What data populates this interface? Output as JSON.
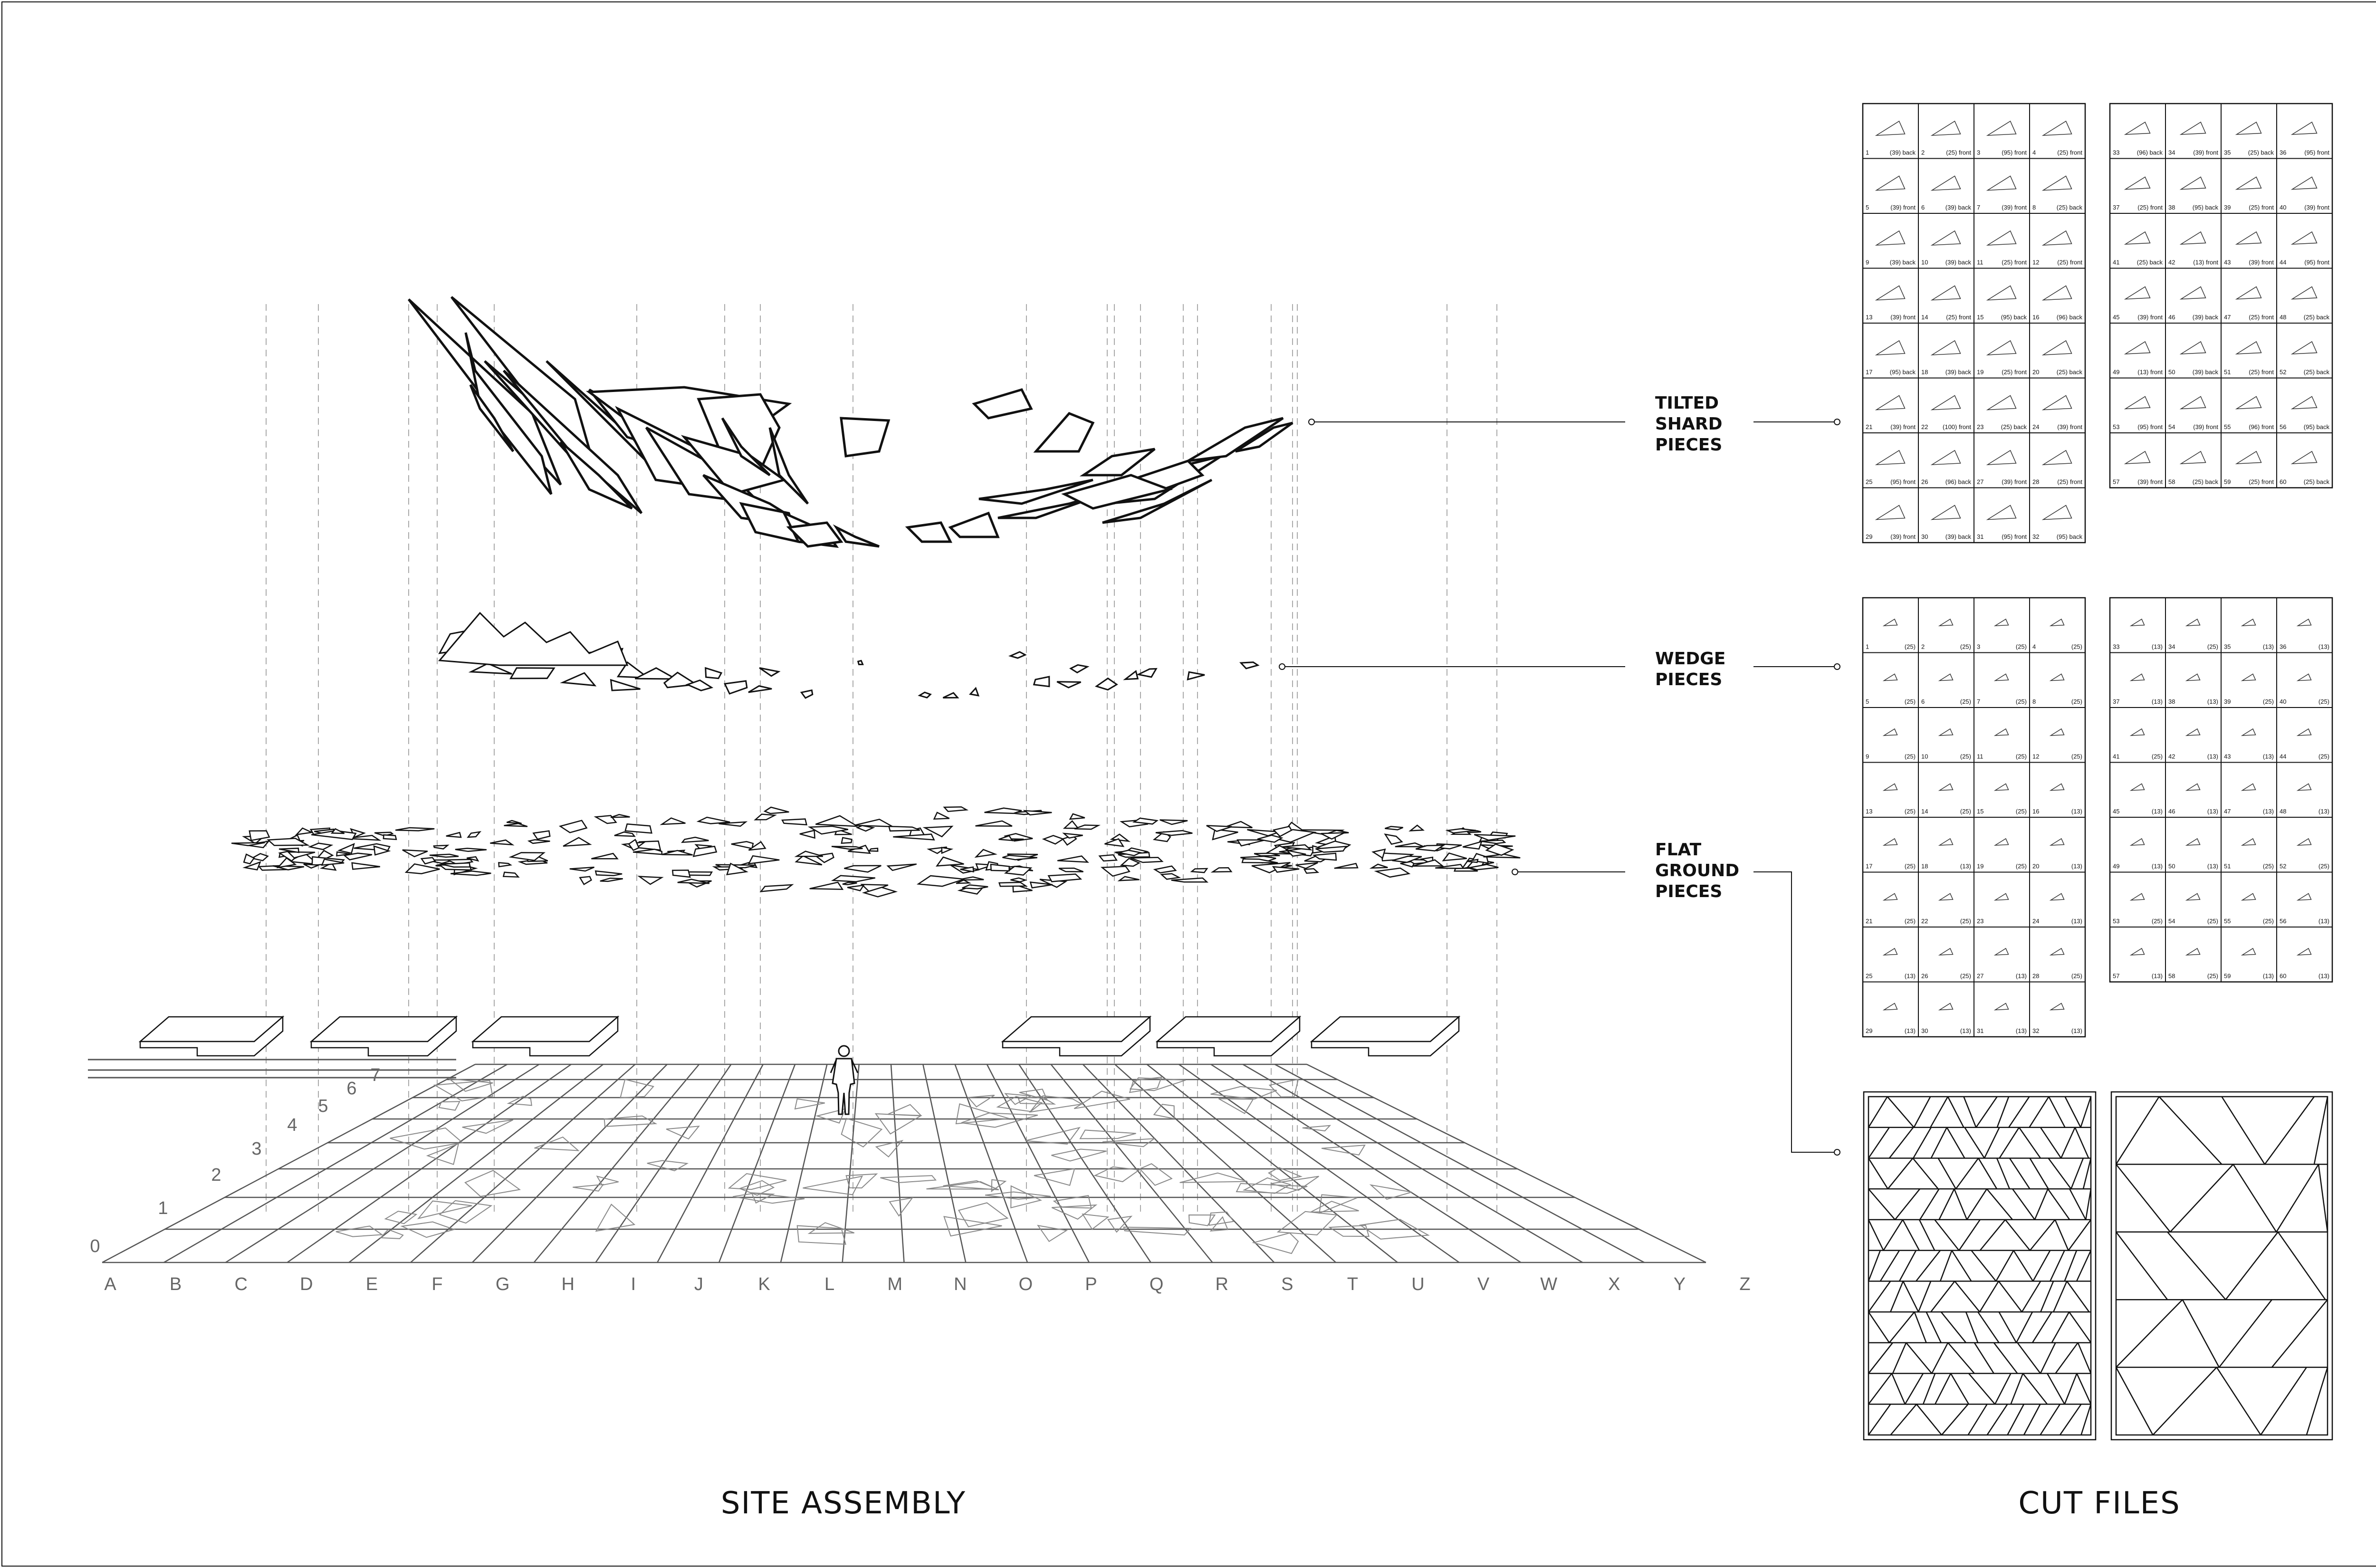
{
  "labels": {
    "tilted": [
      "TILTED",
      "SHARD",
      "PIECES"
    ],
    "wedge": [
      "WEDGE",
      "PIECES"
    ],
    "flat": [
      "FLAT",
      "GROUND",
      "PIECES"
    ]
  },
  "titles": {
    "site_assembly": "SITE ASSEMBLY",
    "cut_files": "CUT FILES"
  },
  "grid_columns": [
    "A",
    "B",
    "C",
    "D",
    "E",
    "F",
    "G",
    "H",
    "I",
    "J",
    "K",
    "L",
    "M",
    "N",
    "O",
    "P",
    "Q",
    "R",
    "S",
    "T",
    "U",
    "V",
    "W",
    "X",
    "Y",
    "Z"
  ],
  "grid_rows": [
    "0",
    "1",
    "2",
    "3",
    "4",
    "5",
    "6",
    "7"
  ],
  "shard_sheets": {
    "sheet_a": [
      [
        "1",
        "(39) back"
      ],
      [
        "2",
        "(25) front"
      ],
      [
        "3",
        "(95) front"
      ],
      [
        "4",
        "(25) front"
      ],
      [
        "5",
        "(39) front"
      ],
      [
        "6",
        "(39) back"
      ],
      [
        "7",
        "(39) front"
      ],
      [
        "8",
        "(25) back"
      ],
      [
        "9",
        "(39) back"
      ],
      [
        "10",
        "(39) back"
      ],
      [
        "11",
        "(25) front"
      ],
      [
        "12",
        "(25) front"
      ],
      [
        "13",
        "(39) front"
      ],
      [
        "14",
        "(25) front"
      ],
      [
        "15",
        "(95) back"
      ],
      [
        "16",
        "(96) back"
      ],
      [
        "17",
        "(95) back"
      ],
      [
        "18",
        "(39) back"
      ],
      [
        "19",
        "(25) front"
      ],
      [
        "20",
        "(25) back"
      ],
      [
        "21",
        "(39) front"
      ],
      [
        "22",
        "(100) front"
      ],
      [
        "23",
        "(25) back"
      ],
      [
        "24",
        "(39) front"
      ],
      [
        "25",
        "(95) front"
      ],
      [
        "26",
        "(96) back"
      ],
      [
        "27",
        "(39) front"
      ],
      [
        "28",
        "(25) front"
      ],
      [
        "29",
        "(39) front"
      ],
      [
        "30",
        "(39) back"
      ],
      [
        "31",
        "(95) front"
      ],
      [
        "32",
        "(95) back"
      ]
    ],
    "sheet_b": [
      [
        "33",
        "(96) back"
      ],
      [
        "34",
        "(39) front"
      ],
      [
        "35",
        "(25) back"
      ],
      [
        "36",
        "(95) front"
      ],
      [
        "37",
        "(25) front"
      ],
      [
        "38",
        "(95) back"
      ],
      [
        "39",
        "(25) front"
      ],
      [
        "40",
        "(39) front"
      ],
      [
        "41",
        "(25) back"
      ],
      [
        "42",
        "(13) front"
      ],
      [
        "43",
        "(39) front"
      ],
      [
        "44",
        "(95) front"
      ],
      [
        "45",
        "(39) front"
      ],
      [
        "46",
        "(39) back"
      ],
      [
        "47",
        "(25) front"
      ],
      [
        "48",
        "(25) back"
      ],
      [
        "49",
        "(13) front"
      ],
      [
        "50",
        "(39) back"
      ],
      [
        "51",
        "(25) front"
      ],
      [
        "52",
        "(25) back"
      ],
      [
        "53",
        "(95) front"
      ],
      [
        "54",
        "(39) front"
      ],
      [
        "55",
        "(96) front"
      ],
      [
        "56",
        "(95) back"
      ],
      [
        "57",
        "(39) front"
      ],
      [
        "58",
        "(25) back"
      ],
      [
        "59",
        "(25) front"
      ],
      [
        "60",
        "(25) back"
      ]
    ]
  },
  "wedge_sheets": {
    "sheet_a": [
      [
        "1",
        "(25)"
      ],
      [
        "2",
        "(25)"
      ],
      [
        "3",
        "(25)"
      ],
      [
        "4",
        "(25)"
      ],
      [
        "5",
        "(25)"
      ],
      [
        "6",
        "(25)"
      ],
      [
        "7",
        "(25)"
      ],
      [
        "8",
        "(25)"
      ],
      [
        "9",
        "(25)"
      ],
      [
        "10",
        "(25)"
      ],
      [
        "11",
        "(25)"
      ],
      [
        "12",
        "(25)"
      ],
      [
        "13",
        "(25)"
      ],
      [
        "14",
        "(25)"
      ],
      [
        "15",
        "(25)"
      ],
      [
        "16",
        "(13)"
      ],
      [
        "17",
        "(25)"
      ],
      [
        "18",
        "(13)"
      ],
      [
        "19",
        "(25)"
      ],
      [
        "20",
        "(13)"
      ],
      [
        "21",
        "(25)"
      ],
      [
        "22",
        "(25)"
      ],
      [
        "23",
        ""
      ],
      [
        "24",
        "(13)"
      ],
      [
        "25",
        "(13)"
      ],
      [
        "26",
        "(25)"
      ],
      [
        "27",
        "(13)"
      ],
      [
        "28",
        "(25)"
      ],
      [
        "29",
        "(13)"
      ],
      [
        "30",
        "(13)"
      ],
      [
        "31",
        "(13)"
      ],
      [
        "32",
        "(13)"
      ]
    ],
    "sheet_b": [
      [
        "33",
        "(13)"
      ],
      [
        "34",
        "(25)"
      ],
      [
        "35",
        "(13)"
      ],
      [
        "36",
        "(13)"
      ],
      [
        "37",
        "(13)"
      ],
      [
        "38",
        "(13)"
      ],
      [
        "39",
        "(25)"
      ],
      [
        "40",
        "(25)"
      ],
      [
        "41",
        "(25)"
      ],
      [
        "42",
        "(13)"
      ],
      [
        "43",
        "(13)"
      ],
      [
        "44",
        "(25)"
      ],
      [
        "45",
        "(13)"
      ],
      [
        "46",
        "(13)"
      ],
      [
        "47",
        "(13)"
      ],
      [
        "48",
        "(13)"
      ],
      [
        "49",
        "(13)"
      ],
      [
        "50",
        "(13)"
      ],
      [
        "51",
        "(25)"
      ],
      [
        "52",
        "(25)"
      ],
      [
        "53",
        "(25)"
      ],
      [
        "54",
        "(25)"
      ],
      [
        "55",
        "(25)"
      ],
      [
        "56",
        "(13)"
      ],
      [
        "57",
        "(13)"
      ],
      [
        "58",
        "(25)"
      ],
      [
        "59",
        "(13)"
      ],
      [
        "60",
        "(13)"
      ]
    ]
  },
  "colors": {
    "ink": "#111111",
    "grid": "#555555",
    "guide": "#aaaaaa"
  }
}
